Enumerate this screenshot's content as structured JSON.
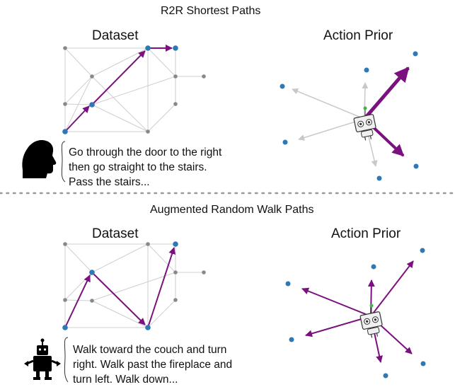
{
  "sections": [
    {
      "title": "R2R Shortest Paths",
      "dataset_label": "Dataset",
      "prior_label": "Action Prior",
      "speaker_icon": "human-head-silhouette-icon",
      "instruction_lines": [
        "Go through the door to the right",
        "then go straight to the stairs.",
        "Pass the stairs..."
      ]
    },
    {
      "title": "Augmented Random Walk Paths",
      "dataset_label": "Dataset",
      "prior_label": "Action Prior",
      "speaker_icon": "robot-silhouette-icon",
      "instruction_lines": [
        "Walk toward the couch and turn",
        "right. Walk past the fireplace and",
        "turn left. Walk down..."
      ]
    }
  ],
  "colors": {
    "path": "#7a117f",
    "blue_node": "#2e79b5",
    "gray_node": "#888888",
    "edge": "#cfcfcf",
    "gray_arrow": "#c8c8c8",
    "robot_dot": "#3fb24a",
    "separator": "#999999"
  }
}
